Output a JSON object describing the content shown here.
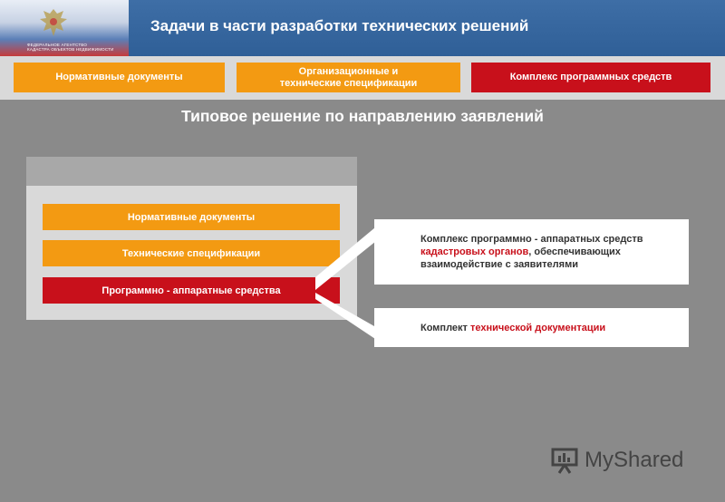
{
  "header": {
    "title": "Задачи в части разработки технических решений",
    "agency_line1": "ФЕДЕРАЛЬНОЕ АГЕНТСТВО",
    "agency_line2": "КАДАСТРА ОБЪЕКТОВ НЕДВИЖИМОСТИ"
  },
  "top_tabs": [
    {
      "label": "Нормативные документы"
    },
    {
      "label_line1": "Организационные и",
      "label_line2": "технические спецификации"
    },
    {
      "label": "Комплекс  программных средств"
    }
  ],
  "section_title": "Типовое решение по направлению заявлений",
  "panel_items": [
    {
      "label": "Нормативные документы"
    },
    {
      "label": "Технические спецификации"
    },
    {
      "label": "Программно - аппаратные средства"
    }
  ],
  "callouts": [
    {
      "part1": "Комплекс программно - аппаратных средств",
      "highlight": "кадастровых органов",
      "part2": ", обеспечивающих взаимодействие с заявителями"
    },
    {
      "part1": "Комплект ",
      "highlight": "технической документации"
    }
  ],
  "watermark": {
    "text": "MyShared",
    "icon": "presentation-board-icon"
  },
  "colors": {
    "header_blue": "#2f5f97",
    "orange": "#f39a12",
    "red": "#c8101b",
    "background": "#8a8a8a",
    "panel": "#d9d9d9"
  }
}
